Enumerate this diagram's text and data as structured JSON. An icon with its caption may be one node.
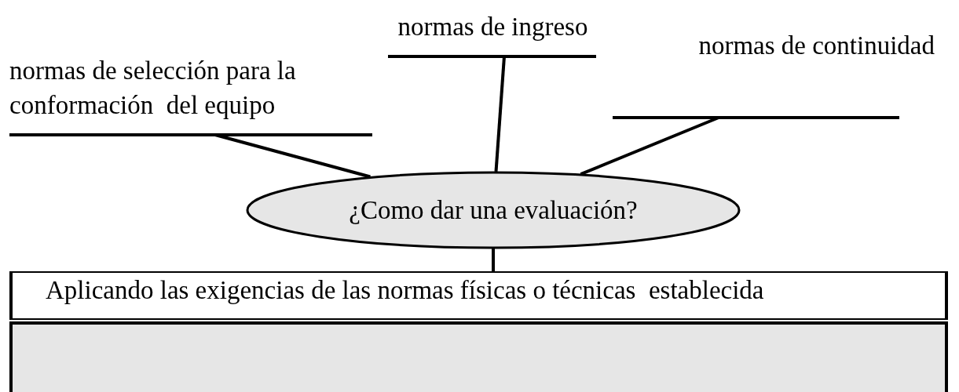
{
  "diagram": {
    "nodes": [
      {
        "text": [
          "¿Como dar una evaluación?"
        ]
      },
      {
        "text": [
          "normas de selección para la conformación  del equipo"
        ]
      },
      {
        "text": [
          "normas de ingreso"
        ]
      },
      {
        "text": [
          "normas de continuidad"
        ]
      },
      {
        "text": [
          "Aplicando las exigencias de las normas físicas o técnicas  establecida"
        ]
      },
      {
        "text": [],
        "shape": "box"
      }
    ],
    "edges": [
      {
        "from": 1,
        "to": 0,
        "arrow": "none"
      },
      {
        "from": 2,
        "to": 0,
        "arrow": "none"
      },
      {
        "from": 3,
        "to": 0,
        "arrow": "none"
      },
      {
        "from": 0,
        "to": 4,
        "arrow": "none"
      }
    ]
  }
}
